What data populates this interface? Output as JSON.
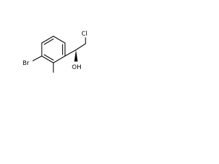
{
  "molecule": {
    "atoms": {
      "bromine": "Br",
      "chlorine": "Cl",
      "hydroxyl": "OH"
    },
    "colors": {
      "bond": "#000000",
      "label": "#000000",
      "background": "#ffffff"
    }
  }
}
